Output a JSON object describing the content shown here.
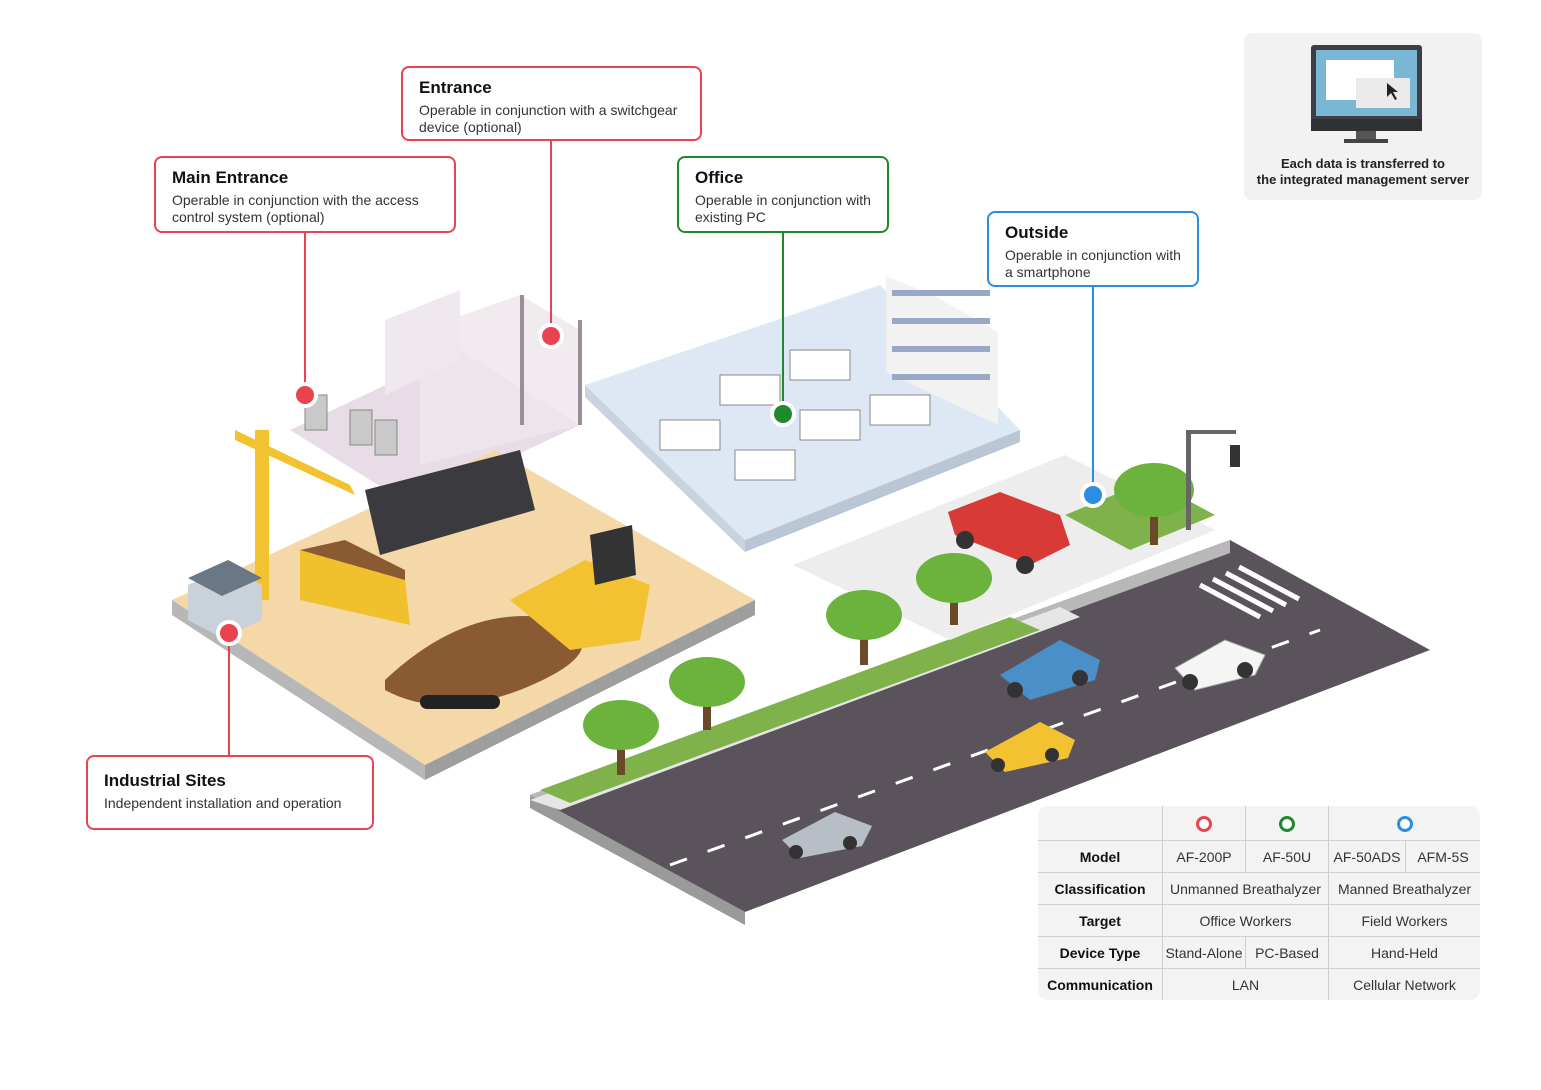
{
  "callouts": {
    "entrance": {
      "title": "Entrance",
      "desc": "Operable in conjunction with a switchgear device (optional)"
    },
    "main_entrance": {
      "title": "Main Entrance",
      "desc": "Operable in conjunction with the access control system (optional)"
    },
    "office": {
      "title": "Office",
      "desc": "Operable in conjunction with existing PC"
    },
    "outside": {
      "title": "Outside",
      "desc": "Operable in conjunction with a smartphone"
    },
    "industrial": {
      "title": "Industrial Sites",
      "desc": "Independent installation and operation"
    }
  },
  "server": {
    "caption_line1": "Each data is transferred to",
    "caption_line2": "the integrated management server"
  },
  "table": {
    "rows": {
      "model": "Model",
      "classification": "Classification",
      "target": "Target",
      "device_type": "Device Type",
      "communication": "Communication"
    },
    "models": [
      "AF-200P",
      "AF-50U",
      "AF-50ADS",
      "AFM-5S"
    ],
    "classification": [
      "Unmanned Breathalyzer",
      "Manned Breathalyzer"
    ],
    "target": [
      "Office Workers",
      "Field Workers"
    ],
    "device_type": [
      "Stand-Alone",
      "PC-Based",
      "Hand-Held"
    ],
    "communication": [
      "LAN",
      "Cellular Network"
    ]
  },
  "colors": {
    "red": "#e8434f",
    "green": "#1f8a2d",
    "blue": "#2c8ee0"
  }
}
